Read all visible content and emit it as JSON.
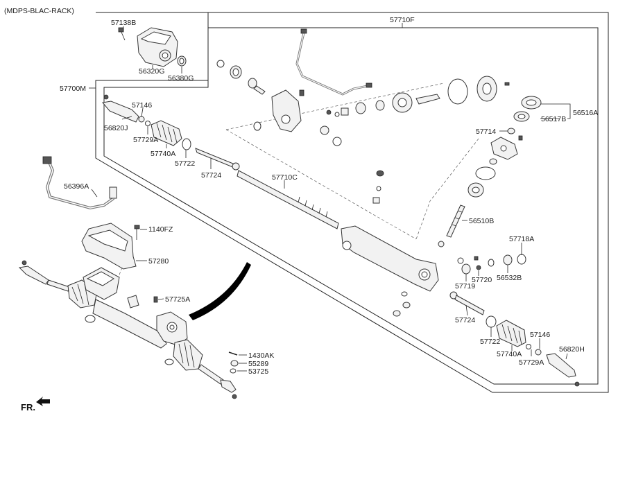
{
  "diagram": {
    "title": "(MDPS-BLAC-RACK)",
    "fr_label": "FR.",
    "labels": {
      "l57138B": "57138B",
      "l57710F": "57710F",
      "l56320G": "56320G",
      "l56380G": "56380G",
      "l57700M": "57700M",
      "l57146a": "57146",
      "l56820J": "56820J",
      "l57729Aa": "57729A",
      "l57740Aa": "57740A",
      "l57722a": "57722",
      "l57724a": "57724",
      "l57710C": "57710C",
      "l56516A": "56516A",
      "l56517B": "56517B",
      "l57714": "57714",
      "l56396A": "56396A",
      "l1140FZ": "1140FZ",
      "l56510B": "56510B",
      "l57280": "57280",
      "l57718A": "57718A",
      "l56532B": "56532B",
      "l57719": "57719",
      "l57720": "57720",
      "l57725A": "57725A",
      "l57724b": "57724",
      "l57146b": "57146",
      "l57722b": "57722",
      "l56820H": "56820H",
      "l57740Ab": "57740A",
      "l57729Ab": "57729A",
      "l1430AK": "1430AK",
      "l55289": "55289",
      "l53725": "53725"
    }
  }
}
